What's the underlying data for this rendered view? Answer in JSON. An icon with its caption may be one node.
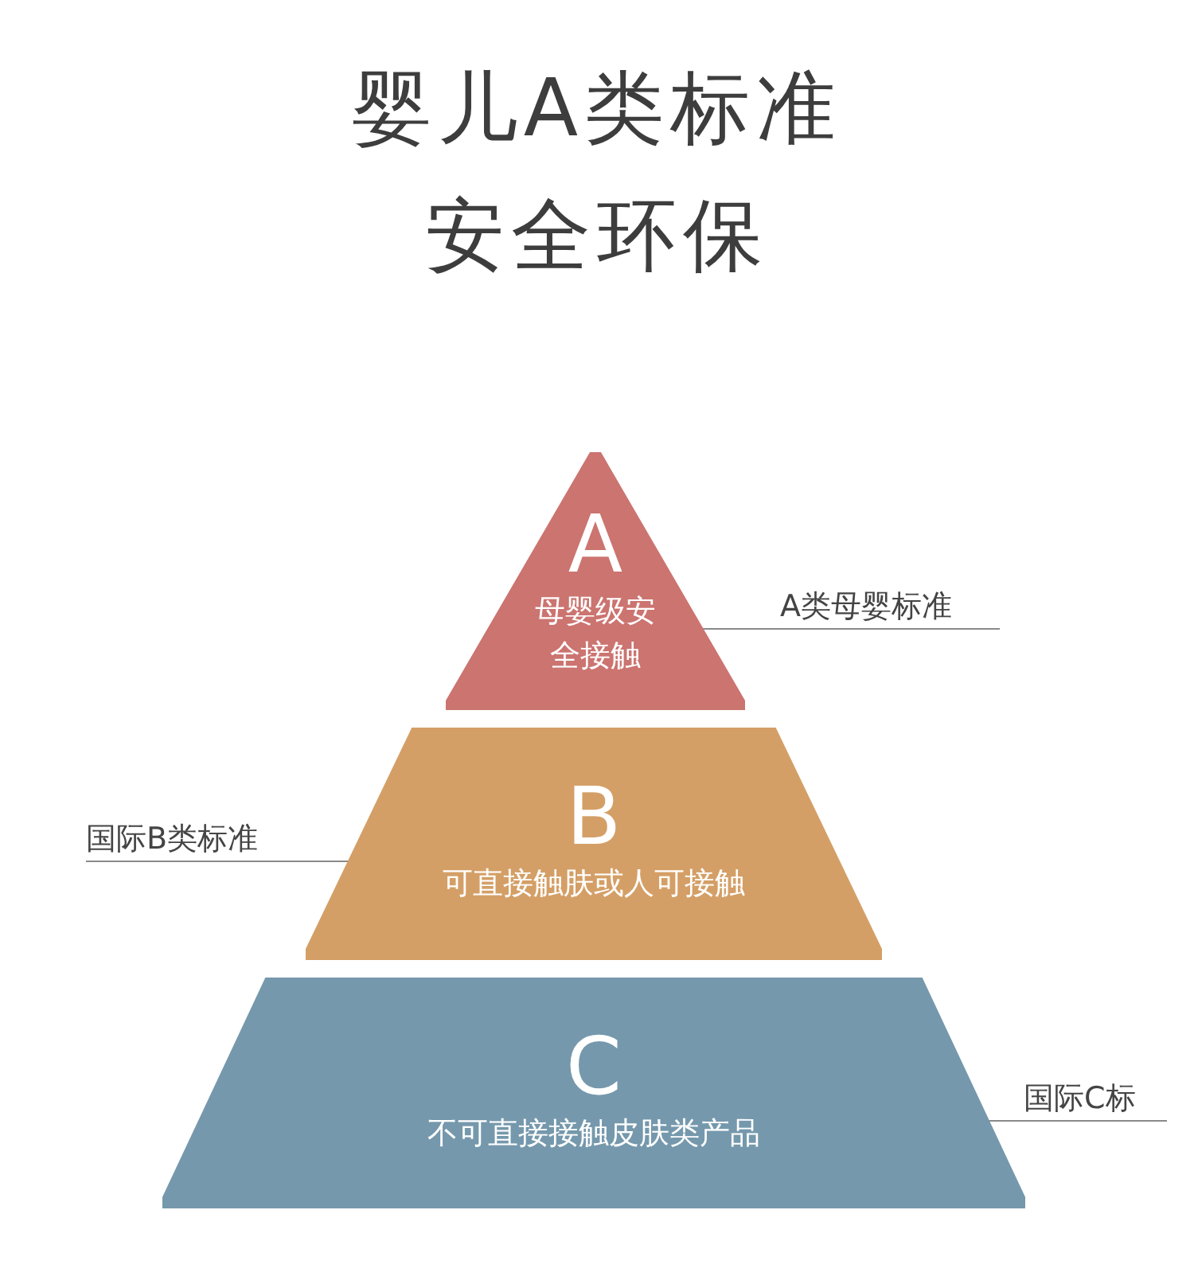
{
  "diagram": {
    "title": "婴儿A类标准安全环保",
    "nodes": [
      {
        "text": [
          "A",
          "母婴级安全接触"
        ]
      },
      {
        "text": [
          "B",
          "可直接触肤或人可接触"
        ]
      },
      {
        "text": [
          "C",
          "不可直接接触皮肤类产品"
        ]
      },
      {
        "text": [
          "A类母婴标准"
        ]
      },
      {
        "text": [
          "国际B类标准"
        ]
      },
      {
        "text": [
          "国际C标"
        ]
      }
    ],
    "edges": [
      {
        "from": 3,
        "to": 0,
        "arrow": "none"
      },
      {
        "from": 4,
        "to": 1,
        "arrow": "none"
      },
      {
        "from": 5,
        "to": 2,
        "arrow": "none"
      }
    ]
  }
}
